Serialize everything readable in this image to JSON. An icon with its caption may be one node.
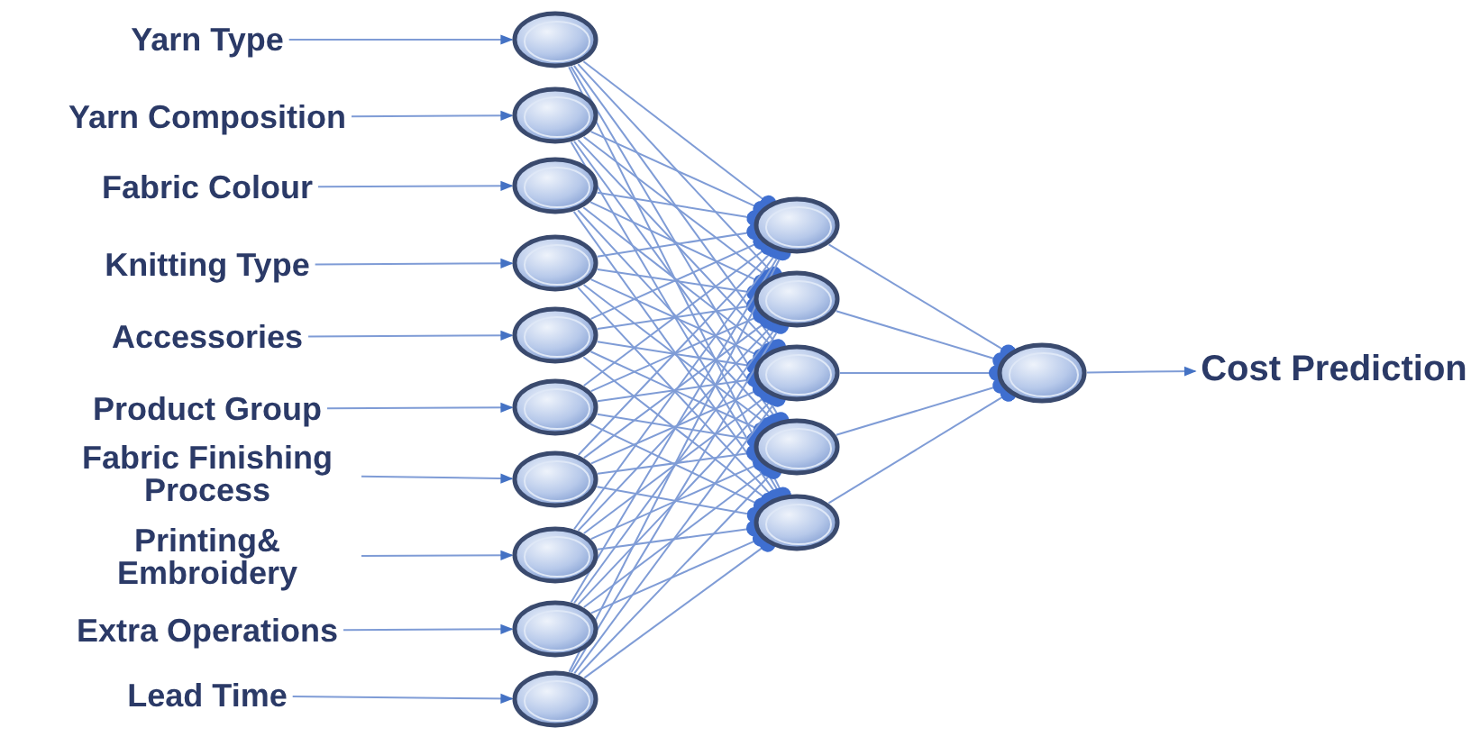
{
  "diagram": {
    "nodes": [
      {
        "text": [
          "Yarn Type"
        ]
      },
      {
        "text": [
          "Yarn Composition"
        ]
      },
      {
        "text": [
          "Fabric Colour"
        ]
      },
      {
        "text": [
          "Knitting Type"
        ]
      },
      {
        "text": [
          "Accessories"
        ]
      },
      {
        "text": [
          "Product Group"
        ]
      },
      {
        "text": [
          "Fabric Finishing Process"
        ]
      },
      {
        "text": [
          "Printing& Embroidery"
        ]
      },
      {
        "text": [
          "Extra Operations"
        ]
      },
      {
        "text": [
          "Lead Time"
        ]
      },
      {
        "text": [],
        "shape": "circle"
      },
      {
        "text": [],
        "shape": "circle"
      },
      {
        "text": [],
        "shape": "circle"
      },
      {
        "text": [],
        "shape": "circle"
      },
      {
        "text": [],
        "shape": "circle"
      },
      {
        "text": [],
        "shape": "circle"
      },
      {
        "text": [],
        "shape": "circle"
      },
      {
        "text": [],
        "shape": "circle"
      },
      {
        "text": [],
        "shape": "circle"
      },
      {
        "text": [],
        "shape": "circle"
      },
      {
        "text": [],
        "shape": "circle"
      },
      {
        "text": [],
        "shape": "circle"
      },
      {
        "text": [],
        "shape": "circle"
      },
      {
        "text": [],
        "shape": "circle"
      },
      {
        "text": [],
        "shape": "circle"
      },
      {
        "text": [],
        "shape": "circle"
      },
      {
        "text": [
          "Cost Prediction"
        ]
      }
    ],
    "edges": [
      {
        "from": 0,
        "to": 10,
        "arrow": "to"
      },
      {
        "from": 1,
        "to": 11,
        "arrow": "to"
      },
      {
        "from": 2,
        "to": 12,
        "arrow": "to"
      },
      {
        "from": 3,
        "to": 13,
        "arrow": "to"
      },
      {
        "from": 4,
        "to": 14,
        "arrow": "to"
      },
      {
        "from": 5,
        "to": 15,
        "arrow": "to"
      },
      {
        "from": 6,
        "to": 16,
        "arrow": "to"
      },
      {
        "from": 7,
        "to": 17,
        "arrow": "to"
      },
      {
        "from": 8,
        "to": 18,
        "arrow": "to"
      },
      {
        "from": 9,
        "to": 19,
        "arrow": "to"
      },
      {
        "from": 10,
        "to": 20,
        "arrow": "other"
      },
      {
        "from": 10,
        "to": 21,
        "arrow": "other"
      },
      {
        "from": 10,
        "to": 22,
        "arrow": "other"
      },
      {
        "from": 10,
        "to": 23,
        "arrow": "other"
      },
      {
        "from": 10,
        "to": 24,
        "arrow": "other"
      },
      {
        "from": 11,
        "to": 20,
        "arrow": "other"
      },
      {
        "from": 11,
        "to": 21,
        "arrow": "other"
      },
      {
        "from": 11,
        "to": 22,
        "arrow": "other"
      },
      {
        "from": 11,
        "to": 23,
        "arrow": "other"
      },
      {
        "from": 11,
        "to": 24,
        "arrow": "other"
      },
      {
        "from": 12,
        "to": 20,
        "arrow": "other"
      },
      {
        "from": 12,
        "to": 21,
        "arrow": "other"
      },
      {
        "from": 12,
        "to": 22,
        "arrow": "other"
      },
      {
        "from": 12,
        "to": 23,
        "arrow": "other"
      },
      {
        "from": 12,
        "to": 24,
        "arrow": "other"
      },
      {
        "from": 13,
        "to": 20,
        "arrow": "other"
      },
      {
        "from": 13,
        "to": 21,
        "arrow": "other"
      },
      {
        "from": 13,
        "to": 22,
        "arrow": "other"
      },
      {
        "from": 13,
        "to": 23,
        "arrow": "other"
      },
      {
        "from": 13,
        "to": 24,
        "arrow": "other"
      },
      {
        "from": 14,
        "to": 20,
        "arrow": "other"
      },
      {
        "from": 14,
        "to": 21,
        "arrow": "other"
      },
      {
        "from": 14,
        "to": 22,
        "arrow": "other"
      },
      {
        "from": 14,
        "to": 23,
        "arrow": "other"
      },
      {
        "from": 14,
        "to": 24,
        "arrow": "other"
      },
      {
        "from": 15,
        "to": 20,
        "arrow": "other"
      },
      {
        "from": 15,
        "to": 21,
        "arrow": "other"
      },
      {
        "from": 15,
        "to": 22,
        "arrow": "other"
      },
      {
        "from": 15,
        "to": 23,
        "arrow": "other"
      },
      {
        "from": 15,
        "to": 24,
        "arrow": "other"
      },
      {
        "from": 16,
        "to": 20,
        "arrow": "other"
      },
      {
        "from": 16,
        "to": 21,
        "arrow": "other"
      },
      {
        "from": 16,
        "to": 22,
        "arrow": "other"
      },
      {
        "from": 16,
        "to": 23,
        "arrow": "other"
      },
      {
        "from": 16,
        "to": 24,
        "arrow": "other"
      },
      {
        "from": 17,
        "to": 20,
        "arrow": "other"
      },
      {
        "from": 17,
        "to": 21,
        "arrow": "other"
      },
      {
        "from": 17,
        "to": 22,
        "arrow": "other"
      },
      {
        "from": 17,
        "to": 23,
        "arrow": "other"
      },
      {
        "from": 17,
        "to": 24,
        "arrow": "other"
      },
      {
        "from": 18,
        "to": 20,
        "arrow": "other"
      },
      {
        "from": 18,
        "to": 21,
        "arrow": "other"
      },
      {
        "from": 18,
        "to": 22,
        "arrow": "other"
      },
      {
        "from": 18,
        "to": 23,
        "arrow": "other"
      },
      {
        "from": 18,
        "to": 24,
        "arrow": "other"
      },
      {
        "from": 19,
        "to": 20,
        "arrow": "other"
      },
      {
        "from": 19,
        "to": 21,
        "arrow": "other"
      },
      {
        "from": 19,
        "to": 22,
        "arrow": "other"
      },
      {
        "from": 19,
        "to": 23,
        "arrow": "other"
      },
      {
        "from": 19,
        "to": 24,
        "arrow": "other"
      },
      {
        "from": 20,
        "to": 25,
        "arrow": "other"
      },
      {
        "from": 21,
        "to": 25,
        "arrow": "other"
      },
      {
        "from": 22,
        "to": 25,
        "arrow": "other"
      },
      {
        "from": 23,
        "to": 25,
        "arrow": "other"
      },
      {
        "from": 24,
        "to": 25,
        "arrow": "other"
      },
      {
        "from": 25,
        "to": 26,
        "arrow": "to"
      }
    ]
  }
}
